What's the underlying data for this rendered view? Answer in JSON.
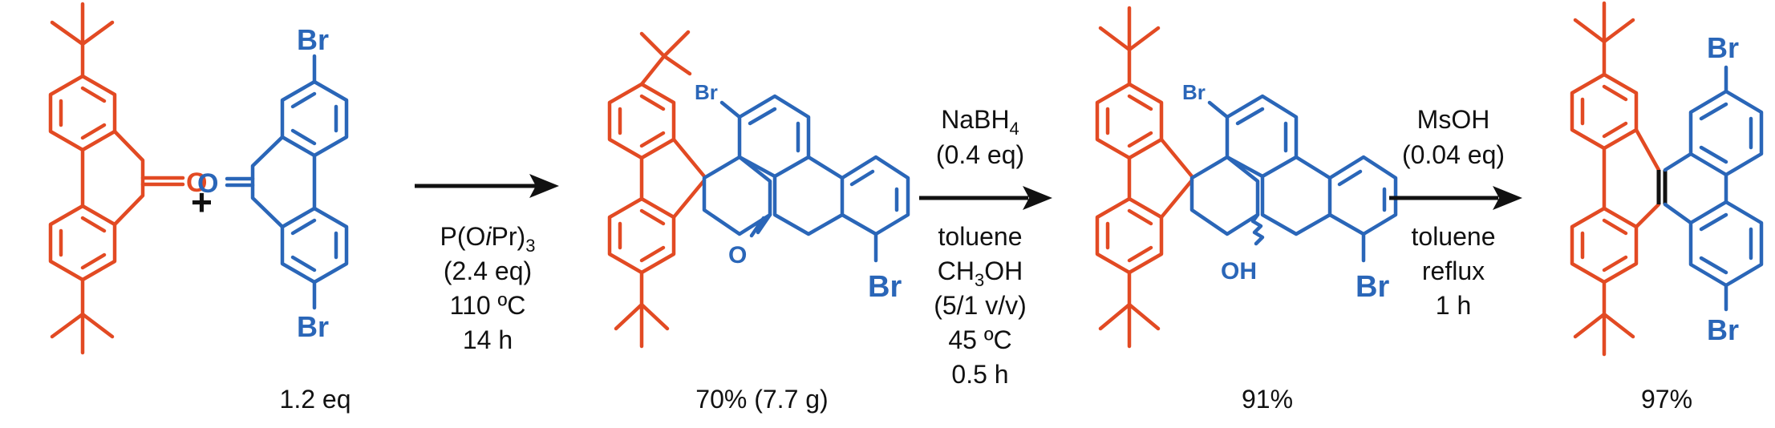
{
  "colors": {
    "fluorenone_part": "#e24a23",
    "dibromo_part": "#2a66b8",
    "text": "#111111"
  },
  "atoms": {
    "oxygen": "O",
    "bromine": "Br",
    "hydroxyl": "OH",
    "plus": "+"
  },
  "reactant2_equiv": "1.2 eq",
  "step1": {
    "reagent_main": "P(O",
    "reagent_italic": "i",
    "reagent_rest": "Pr)",
    "reagent_sub": "3",
    "equiv": "(2.4 eq)",
    "temp": "110 ºC",
    "time": "14 h"
  },
  "product1_yield": "70% (7.7 g)",
  "step2": {
    "reagent_main": "NaBH",
    "reagent_sub": "4",
    "equiv": "(0.4 eq)",
    "solvent1": "toluene",
    "solvent2_main": "CH",
    "solvent2_sub": "3",
    "solvent2_rest": "OH",
    "ratio": "(5/1 v/v)",
    "temp": "45 ºC",
    "time": "0.5 h"
  },
  "product2_yield": "91%",
  "step3": {
    "reagent": "MsOH",
    "equiv": "(0.04 eq)",
    "solvent": "toluene",
    "condition": "reflux",
    "time": "1 h"
  },
  "product3_yield": "97%"
}
